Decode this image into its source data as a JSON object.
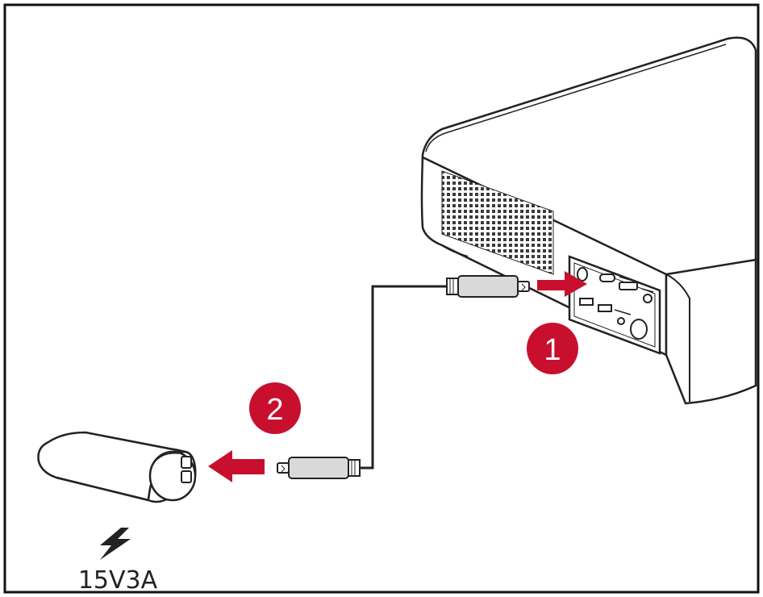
{
  "steps": {
    "one": "1",
    "two": "2"
  },
  "power": {
    "rating": "15V3A",
    "icon": "lightning-bolt-icon"
  },
  "colors": {
    "accent": "#c8102e",
    "stroke": "#222222",
    "device_fill": "#ffffff",
    "plug_fill": "#d9d9d9"
  }
}
